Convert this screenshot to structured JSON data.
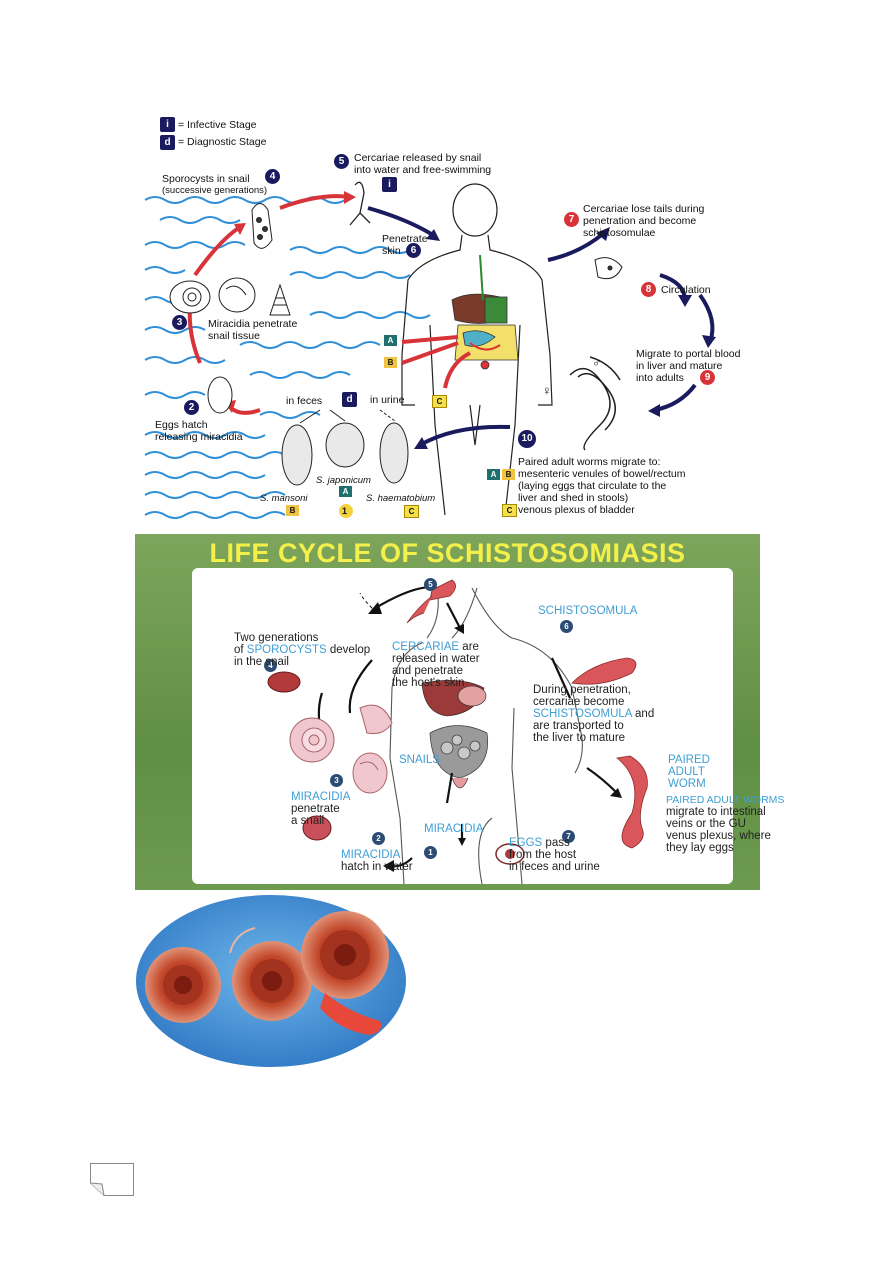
{
  "fig1": {
    "legend": {
      "infective_glyph": "i",
      "infective": "= Infective Stage",
      "diagnostic_glyph": "d",
      "diagnostic": "= Diagnostic Stage"
    },
    "steps": {
      "s1": "1",
      "s2": "2",
      "s2_text1": "Eggs hatch",
      "s2_text2": "releasing miracidia",
      "s3": "3",
      "s3_text1": "Miracidia penetrate",
      "s3_text2": "snail tissue",
      "s4": "4",
      "s4_text1": "Sporocysts in snail",
      "s4_text2": "(successive generations)",
      "s5": "5",
      "s5_text1": "Cercariae released by snail",
      "s5_text2": "into water and free-swimming",
      "s6": "6",
      "s6_text1": "Penetrate",
      "s6_text2": "skin",
      "s7": "7",
      "s7_text1": "Cercariae lose tails during",
      "s7_text2": "penetration and become",
      "s7_text3": "schistosomulae",
      "s8": "8",
      "s8_text": "Circulation",
      "s9": "9",
      "s9_text1": "Migrate to portal blood",
      "s9_text2": "in liver and mature",
      "s9_text3": "into adults",
      "s10": "10",
      "s10_text1": "Paired adult worms migrate to:",
      "s10_text2": "mesenteric venules of bowel/rectum",
      "s10_text3": "(laying eggs that circulate to the",
      "s10_text4": "liver and shed in stools)",
      "s10_text5": "venous plexus of bladder"
    },
    "labels": {
      "in_feces": "in feces",
      "in_urine": "in urine",
      "mansoni": "S. mansoni",
      "japonicum": "S. japonicum",
      "haematobium": "S. haematobium",
      "A": "A",
      "B": "B",
      "C": "C"
    },
    "symbols": {
      "female": "♀",
      "male": "♂"
    }
  },
  "fig2": {
    "title": "LIFE CYCLE OF SCHISTOSOMIASIS",
    "n1": "1",
    "n2": "2",
    "n3": "3",
    "n4": "4",
    "n5": "5",
    "n6": "6",
    "n7": "7",
    "sporo1": "Two generations",
    "sporo2a": "of ",
    "sporo2b": "SPOROCYSTS",
    "sporo2c": " develop",
    "sporo3": "in the snail",
    "cerc1a": "CERCARIAE",
    "cerc1b": " are",
    "cerc2": "released in water",
    "cerc3": "and penetrate",
    "cerc4": "the host's skin",
    "schisto_label": "SCHISTOSOMULA",
    "pen1": "During penetration,",
    "pen2": "cercariae become",
    "pen3a": "SCHISTOSOMULA",
    "pen3b": " and",
    "pen4": "are transported to",
    "pen5": "the liver to mature",
    "paired1": "PAIRED",
    "paired2": "ADULT",
    "paired3": "WORM",
    "pw1": "PAIRED ADULT WORMS",
    "pw2": "migrate to intestinal",
    "pw3": "veins or the GU",
    "pw4": "venus plexus, where",
    "pw5": "they lay eggs",
    "snails": "SNAILS",
    "mir_pen1": "MIRACIDIA",
    "mir_pen2": "penetrate",
    "mir_pen3": "a snail",
    "miracidia": "MIRACIDIA",
    "mir_hatch1": "MIRACIDIA",
    "mir_hatch2": "hatch in water",
    "eggs1a": "EGGS",
    "eggs1b": " pass",
    "eggs2": "from the host",
    "eggs3": "in feces and urine"
  },
  "colors": {
    "navy": "#1a1a5e",
    "red": "#d9333a",
    "water": "#2f8fd8",
    "green_bg": "#6c9b4f",
    "title_yellow": "#f4f04b",
    "accent_blue": "#3e9fd4",
    "worm_pink": "#d9565a"
  }
}
